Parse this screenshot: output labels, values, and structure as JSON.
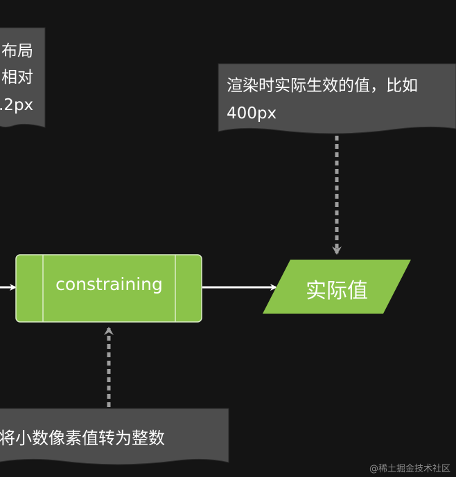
{
  "notes": {
    "top_left_lines": [
      "布局",
      "相对",
      ".2px"
    ],
    "top_right_lines": [
      "渲染时实际生效的值，比如",
      "400px"
    ],
    "bottom": "将小数像素值转为整数"
  },
  "nodes": {
    "process": "constraining",
    "output": "实际值"
  },
  "watermark": "@稀土掘金技术社区",
  "colors": {
    "background": "#141414",
    "note_fill": "#4d4d4d",
    "node_green": "#8bc34a",
    "connector": "#ffffff",
    "dashed": "#9e9e9e"
  }
}
